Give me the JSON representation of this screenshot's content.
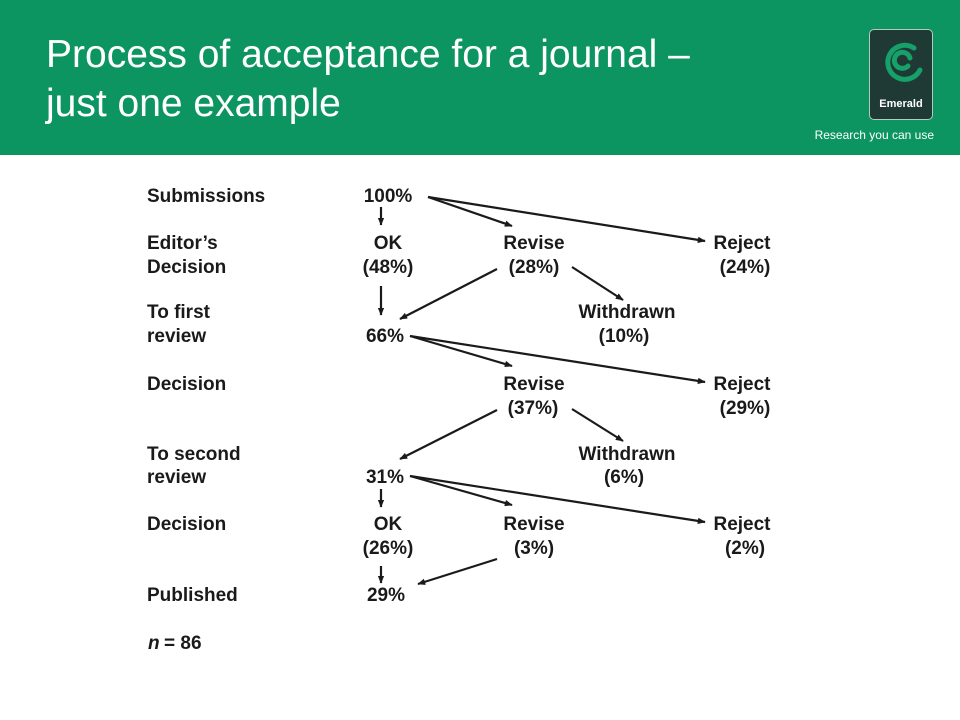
{
  "header": {
    "title_line1": "Process of acceptance for a journal –",
    "title_line2": "just one example",
    "logo_word": "Emerald",
    "tagline": "Research you can use",
    "colors": {
      "brand_green": "#0c9561",
      "logo_bg": "#1f3a34"
    }
  },
  "diagram": {
    "stages": {
      "submissions": "Submissions",
      "editors_decision_1": "Editor’s",
      "editors_decision_2": "Decision",
      "first_review_1": "To first",
      "first_review_2": "review",
      "decision_2": "Decision",
      "second_review_1": "To second",
      "second_review_2": "review",
      "decision_3": "Decision",
      "published": "Published"
    },
    "nodes": {
      "submissions_pct": "100%",
      "ok1": "OK",
      "ok1_pct": "(48%)",
      "revise1": "Revise",
      "revise1_pct": "(28%)",
      "reject1": "Reject",
      "reject1_pct": "(24%)",
      "withdrawn1": "Withdrawn",
      "withdrawn1_pct": "(10%)",
      "first_review_pct": "66%",
      "revise2": "Revise",
      "revise2_pct": "(37%)",
      "reject2": "Reject",
      "reject2_pct": "(29%)",
      "withdrawn2": "Withdrawn",
      "withdrawn2_pct": "(6%)",
      "second_review_pct": "31%",
      "ok3": "OK",
      "ok3_pct": "(26%)",
      "revise3": "Revise",
      "revise3_pct": "(3%)",
      "reject3": "Reject",
      "reject3_pct": "(2%)",
      "published_pct": "29%"
    },
    "sample": {
      "n_label": "n",
      "n_value": "= 86"
    }
  }
}
